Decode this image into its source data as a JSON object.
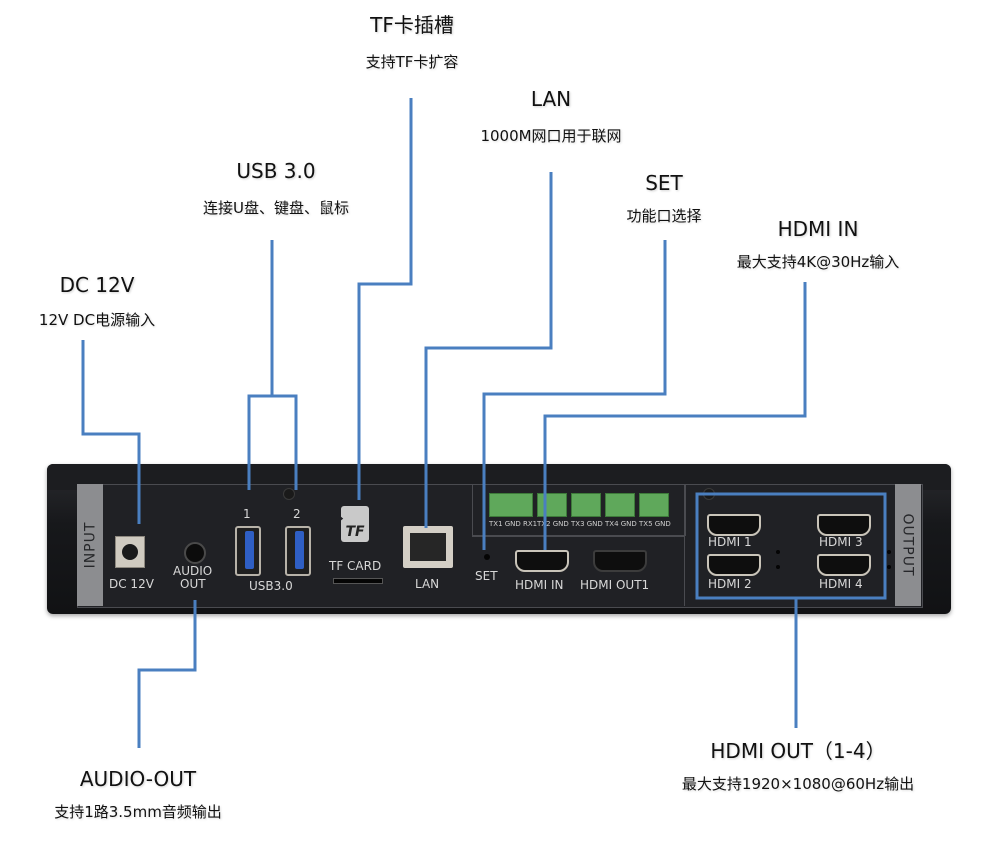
{
  "diagram": {
    "line_color": "#4a7fc0",
    "callouts": {
      "tf_slot": {
        "title": "TF卡插槽",
        "desc": "支持TF卡扩容"
      },
      "lan": {
        "title": "LAN",
        "desc": "1000M网口用于联网"
      },
      "usb": {
        "title": "USB 3.0",
        "desc": "连接U盘、键盘、鼠标"
      },
      "set": {
        "title": "SET",
        "desc": "功能口选择"
      },
      "hdmi_in": {
        "title": "HDMI IN",
        "desc": "最大支持4K@30Hz输入"
      },
      "dc": {
        "title": "DC 12V",
        "desc": "12V DC电源输入"
      },
      "audio": {
        "title": "AUDIO-OUT",
        "desc": "支持1路3.5mm音频输出"
      },
      "hdmi_out": {
        "title": "HDMI OUT（1-4）",
        "desc": "最大支持1920×1080@60Hz输出"
      }
    }
  },
  "device": {
    "input_label": "INPUT",
    "output_label": "OUTPUT",
    "ports": {
      "dc": "DC 12V",
      "audio_line1": "AUDIO",
      "audio_line2": "OUT",
      "usb_1": "1",
      "usb_2": "2",
      "usb": "USB3.0",
      "tf_icon": "TF",
      "tf": "TF CARD",
      "lan": "LAN",
      "set": "SET",
      "hdmi_in": "HDMI IN",
      "hdmi_out1": "HDMI OUT1",
      "hdmi_1": "HDMI 1",
      "hdmi_2": "HDMI 2",
      "hdmi_3": "HDMI 3",
      "hdmi_4": "HDMI 4"
    },
    "terminal_labels": [
      "TX1 GND RX1",
      "TX2 GND",
      "TX3 GND",
      "TX4 GND",
      "TX5 GND"
    ]
  }
}
